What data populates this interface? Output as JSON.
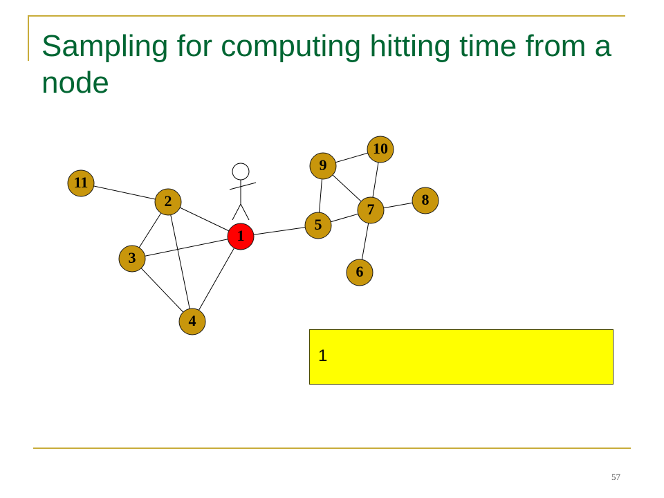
{
  "slide": {
    "title": "Sampling for computing hitting time from a node",
    "page_number": "57"
  },
  "graph": {
    "nodes": [
      {
        "id": "1",
        "label": "1",
        "color": "#ff0000"
      },
      {
        "id": "2",
        "label": "2",
        "color": "#c8960c"
      },
      {
        "id": "3",
        "label": "3",
        "color": "#c8960c"
      },
      {
        "id": "4",
        "label": "4",
        "color": "#c8960c"
      },
      {
        "id": "5",
        "label": "5",
        "color": "#c8960c"
      },
      {
        "id": "6",
        "label": "6",
        "color": "#c8960c"
      },
      {
        "id": "7",
        "label": "7",
        "color": "#c8960c"
      },
      {
        "id": "8",
        "label": "8",
        "color": "#c8960c"
      },
      {
        "id": "9",
        "label": "9",
        "color": "#c8960c"
      },
      {
        "id": "10",
        "label": "10",
        "color": "#c8960c"
      },
      {
        "id": "11",
        "label": "11",
        "color": "#c8960c"
      }
    ],
    "edges": [
      [
        "11",
        "2"
      ],
      [
        "2",
        "1"
      ],
      [
        "2",
        "3"
      ],
      [
        "2",
        "4"
      ],
      [
        "3",
        "1"
      ],
      [
        "3",
        "4"
      ],
      [
        "4",
        "1"
      ],
      [
        "1",
        "5"
      ],
      [
        "5",
        "9"
      ],
      [
        "5",
        "7"
      ],
      [
        "9",
        "10"
      ],
      [
        "9",
        "7"
      ],
      [
        "10",
        "7"
      ],
      [
        "7",
        "8"
      ],
      [
        "7",
        "6"
      ]
    ],
    "walker_icon": "stick-figure-icon",
    "walker_position": "1"
  },
  "walk_box": {
    "text": "1",
    "color": "#ffff00"
  },
  "colors": {
    "title": "#006633",
    "accent": "#c8ac3a"
  }
}
